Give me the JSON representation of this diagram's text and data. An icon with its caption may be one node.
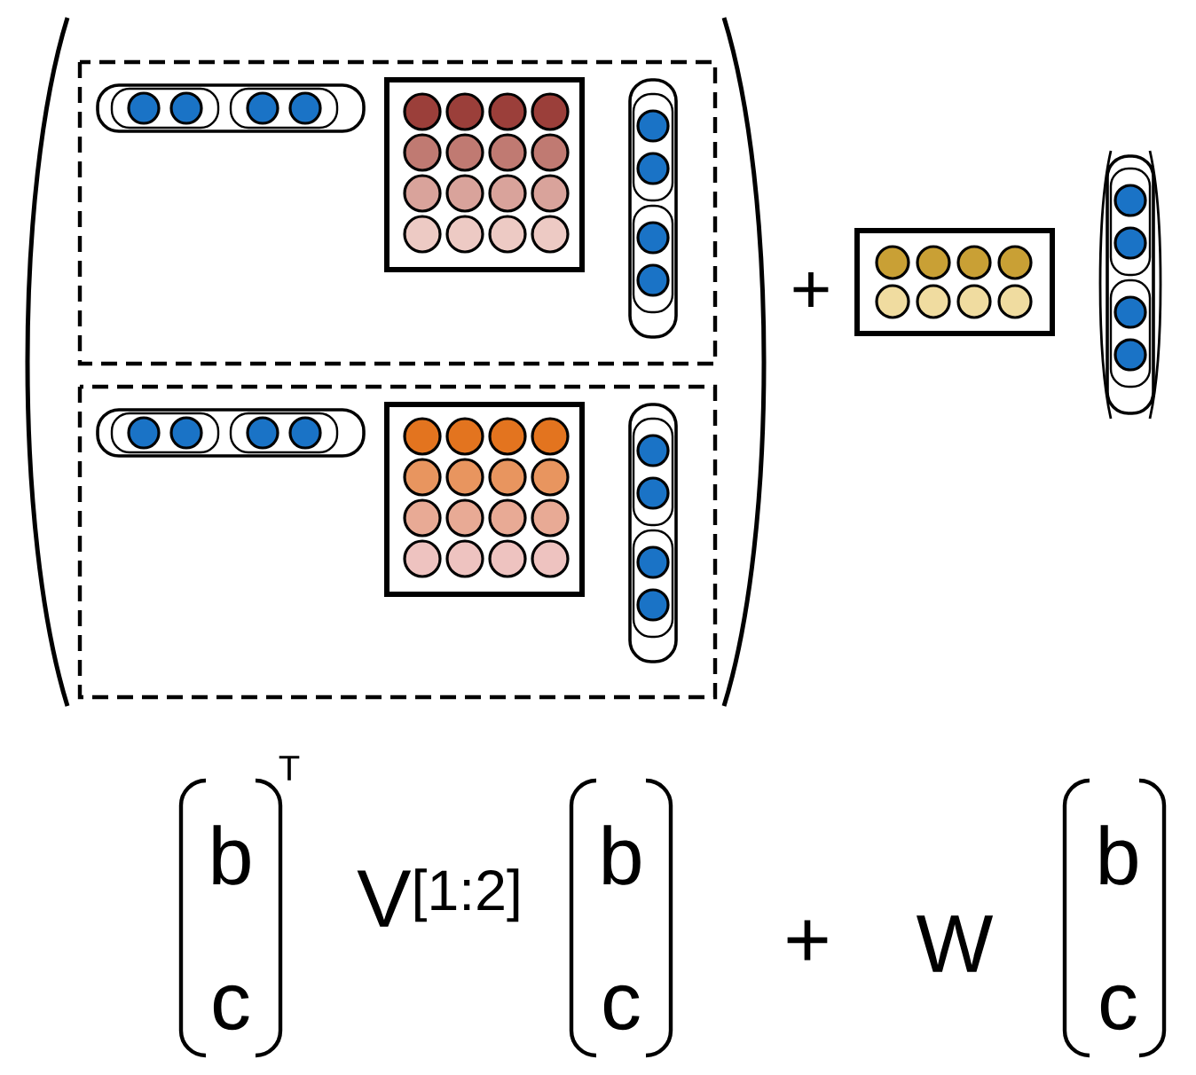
{
  "diagram": {
    "labels": [
      "+",
      "b",
      "c",
      "T",
      "V$^{[1:2]}$",
      "b",
      "c",
      "+",
      "W",
      "b",
      "c"
    ]
  }
}
